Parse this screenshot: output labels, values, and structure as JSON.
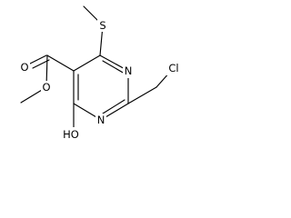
{
  "molecule": {
    "atoms": {
      "methylthio_sulfur": "S",
      "ring_nitrogen_top": "N",
      "chloromethyl_chlorine": "Cl",
      "ring_nitrogen_bottom": "N",
      "hydroxyl": "HO",
      "carbonyl_oxygen": "O",
      "ester_oxygen": "O"
    }
  },
  "colors": {
    "bond": "#000000",
    "label": "#000000",
    "background": "#ffffff"
  }
}
